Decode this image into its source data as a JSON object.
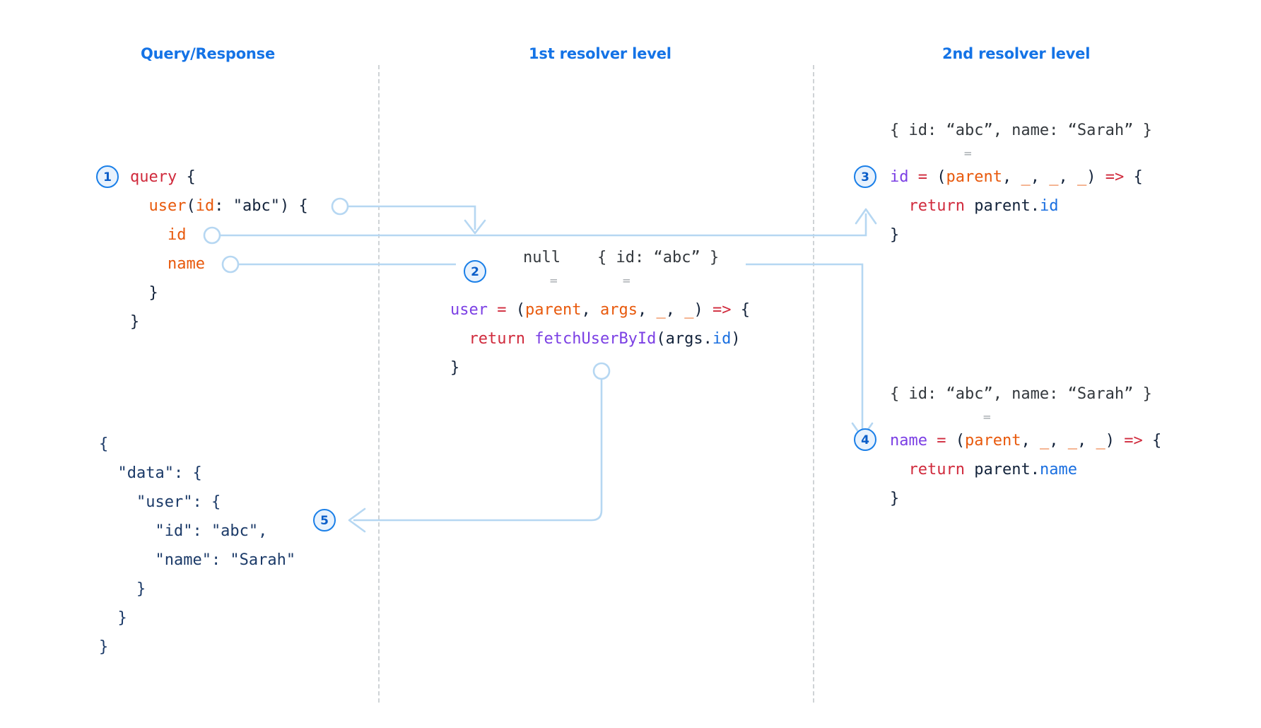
{
  "headers": {
    "query": "Query/Response",
    "first_resolver": "1st resolver level",
    "second_resolver": "2nd resolver level"
  },
  "colors": {
    "header_blue": "#1473e6",
    "badge_border": "#1a7fe8",
    "badge_fill": "#e8f2fd",
    "badge_text": "#0b5ec9",
    "connector": "#b6d7f2",
    "divider": "#cfd3d6",
    "keyword_red": "#d02a3c",
    "field_orange": "#e8590c",
    "resolver_purple": "#7b3fe4",
    "property_blue": "#1a6fe0",
    "text_navy": "#13233b",
    "json_navy": "#1b3a68"
  },
  "steps": [
    {
      "number": "1"
    },
    {
      "number": "2"
    },
    {
      "number": "3"
    },
    {
      "number": "4"
    },
    {
      "number": "5"
    }
  ],
  "query_block": {
    "lines": [
      {
        "tokens": [
          {
            "t": "query",
            "c": "t-key"
          },
          {
            "t": " {",
            "c": "t-punct"
          }
        ]
      },
      {
        "tokens": [
          {
            "t": "  ",
            "c": "t-plain"
          },
          {
            "t": "user",
            "c": "t-field"
          },
          {
            "t": "(",
            "c": "t-punct"
          },
          {
            "t": "id",
            "c": "t-field"
          },
          {
            "t": ": ",
            "c": "t-punct"
          },
          {
            "t": "\"abc\"",
            "c": "t-str"
          },
          {
            "t": ") {",
            "c": "t-punct"
          }
        ]
      },
      {
        "tokens": [
          {
            "t": "    ",
            "c": "t-plain"
          },
          {
            "t": "id",
            "c": "t-field"
          }
        ]
      },
      {
        "tokens": [
          {
            "t": "    ",
            "c": "t-plain"
          },
          {
            "t": "name",
            "c": "t-field"
          }
        ]
      },
      {
        "tokens": [
          {
            "t": "  }",
            "c": "t-punct"
          }
        ]
      },
      {
        "tokens": [
          {
            "t": "}",
            "c": "t-punct"
          }
        ]
      }
    ]
  },
  "response_block": {
    "lines": [
      "{",
      "  \"data\": {",
      "    \"user\": {",
      "      \"id\": \"abc\",",
      "      \"name\": \"Sarah\"",
      "    }",
      "  }",
      "}"
    ]
  },
  "resolver1": {
    "parent_value": "null",
    "args_value": "{ id: “abc” }",
    "equals_marker": "=",
    "lines": [
      {
        "tokens": [
          {
            "t": "user",
            "c": "t-res"
          },
          {
            "t": " = ",
            "c": "t-op"
          },
          {
            "t": "(",
            "c": "t-punct"
          },
          {
            "t": "parent",
            "c": "t-arg"
          },
          {
            "t": ", ",
            "c": "t-punct"
          },
          {
            "t": "args",
            "c": "t-arg"
          },
          {
            "t": ", ",
            "c": "t-punct"
          },
          {
            "t": "_",
            "c": "t-arg"
          },
          {
            "t": ", ",
            "c": "t-punct"
          },
          {
            "t": "_",
            "c": "t-arg"
          },
          {
            "t": ")",
            "c": "t-punct"
          },
          {
            "t": " => ",
            "c": "t-op"
          },
          {
            "t": "{",
            "c": "t-punct"
          }
        ]
      },
      {
        "tokens": [
          {
            "t": "  ",
            "c": "t-plain"
          },
          {
            "t": "return",
            "c": "t-key"
          },
          {
            "t": " ",
            "c": "t-plain"
          },
          {
            "t": "fetchUserById",
            "c": "t-fn"
          },
          {
            "t": "(",
            "c": "t-punct"
          },
          {
            "t": "args",
            "c": "t-plain"
          },
          {
            "t": ".",
            "c": "t-punct"
          },
          {
            "t": "id",
            "c": "t-prop"
          },
          {
            "t": ")",
            "c": "t-punct"
          }
        ]
      },
      {
        "tokens": [
          {
            "t": "}",
            "c": "t-punct"
          }
        ]
      }
    ]
  },
  "resolver3": {
    "parent_value": "{ id: “abc”, name: “Sarah” }",
    "equals_marker": "=",
    "lines": [
      {
        "tokens": [
          {
            "t": "id",
            "c": "t-res"
          },
          {
            "t": " = ",
            "c": "t-op"
          },
          {
            "t": "(",
            "c": "t-punct"
          },
          {
            "t": "parent",
            "c": "t-arg"
          },
          {
            "t": ", ",
            "c": "t-punct"
          },
          {
            "t": "_",
            "c": "t-arg"
          },
          {
            "t": ", ",
            "c": "t-punct"
          },
          {
            "t": "_",
            "c": "t-arg"
          },
          {
            "t": ", ",
            "c": "t-punct"
          },
          {
            "t": "_",
            "c": "t-arg"
          },
          {
            "t": ")",
            "c": "t-punct"
          },
          {
            "t": " => ",
            "c": "t-op"
          },
          {
            "t": "{",
            "c": "t-punct"
          }
        ]
      },
      {
        "tokens": [
          {
            "t": "  ",
            "c": "t-plain"
          },
          {
            "t": "return",
            "c": "t-key"
          },
          {
            "t": " ",
            "c": "t-plain"
          },
          {
            "t": "parent",
            "c": "t-plain"
          },
          {
            "t": ".",
            "c": "t-punct"
          },
          {
            "t": "id",
            "c": "t-prop"
          }
        ]
      },
      {
        "tokens": [
          {
            "t": "}",
            "c": "t-punct"
          }
        ]
      }
    ]
  },
  "resolver4": {
    "parent_value": "{ id: “abc”, name: “Sarah” }",
    "equals_marker": "=",
    "lines": [
      {
        "tokens": [
          {
            "t": "name",
            "c": "t-res"
          },
          {
            "t": " = ",
            "c": "t-op"
          },
          {
            "t": "(",
            "c": "t-punct"
          },
          {
            "t": "parent",
            "c": "t-arg"
          },
          {
            "t": ", ",
            "c": "t-punct"
          },
          {
            "t": "_",
            "c": "t-arg"
          },
          {
            "t": ", ",
            "c": "t-punct"
          },
          {
            "t": "_",
            "c": "t-arg"
          },
          {
            "t": ", ",
            "c": "t-punct"
          },
          {
            "t": "_",
            "c": "t-arg"
          },
          {
            "t": ")",
            "c": "t-punct"
          },
          {
            "t": " => ",
            "c": "t-op"
          },
          {
            "t": "{",
            "c": "t-punct"
          }
        ]
      },
      {
        "tokens": [
          {
            "t": "  ",
            "c": "t-plain"
          },
          {
            "t": "return",
            "c": "t-key"
          },
          {
            "t": " ",
            "c": "t-plain"
          },
          {
            "t": "parent",
            "c": "t-plain"
          },
          {
            "t": ".",
            "c": "t-punct"
          },
          {
            "t": "name",
            "c": "t-prop"
          }
        ]
      },
      {
        "tokens": [
          {
            "t": "}",
            "c": "t-punct"
          }
        ]
      }
    ]
  }
}
